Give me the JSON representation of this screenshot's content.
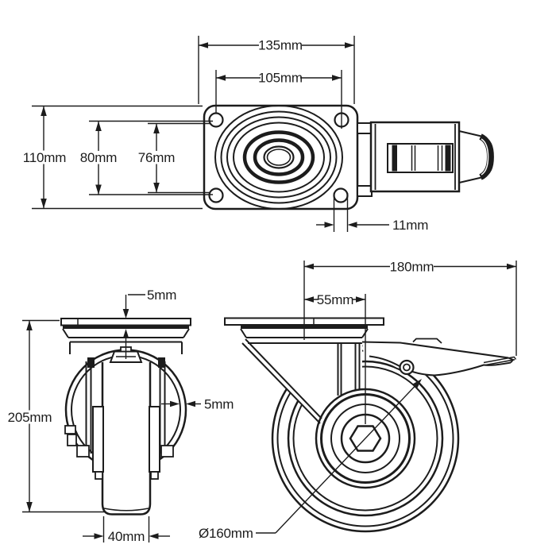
{
  "colors": {
    "line": "#1c1c1c",
    "background": "#ffffff"
  },
  "views": {
    "top": {
      "label": "top-plate-view",
      "dims": {
        "plate_length": "135mm",
        "bolt_spacing_length": "105mm",
        "plate_width": "110mm",
        "bolt_spacing_width": "80mm",
        "inner_spacing": "76mm",
        "bolt_hole_diameter": "11mm"
      }
    },
    "front": {
      "label": "front-view",
      "dims": {
        "plate_thickness": "5mm",
        "overall_height": "205mm",
        "bracket_thickness": "5mm",
        "wheel_width": "40mm"
      }
    },
    "side": {
      "label": "side-view",
      "dims": {
        "overall_length": "180mm",
        "swivel_offset": "55mm",
        "wheel_diameter": "Ø160mm"
      }
    }
  }
}
